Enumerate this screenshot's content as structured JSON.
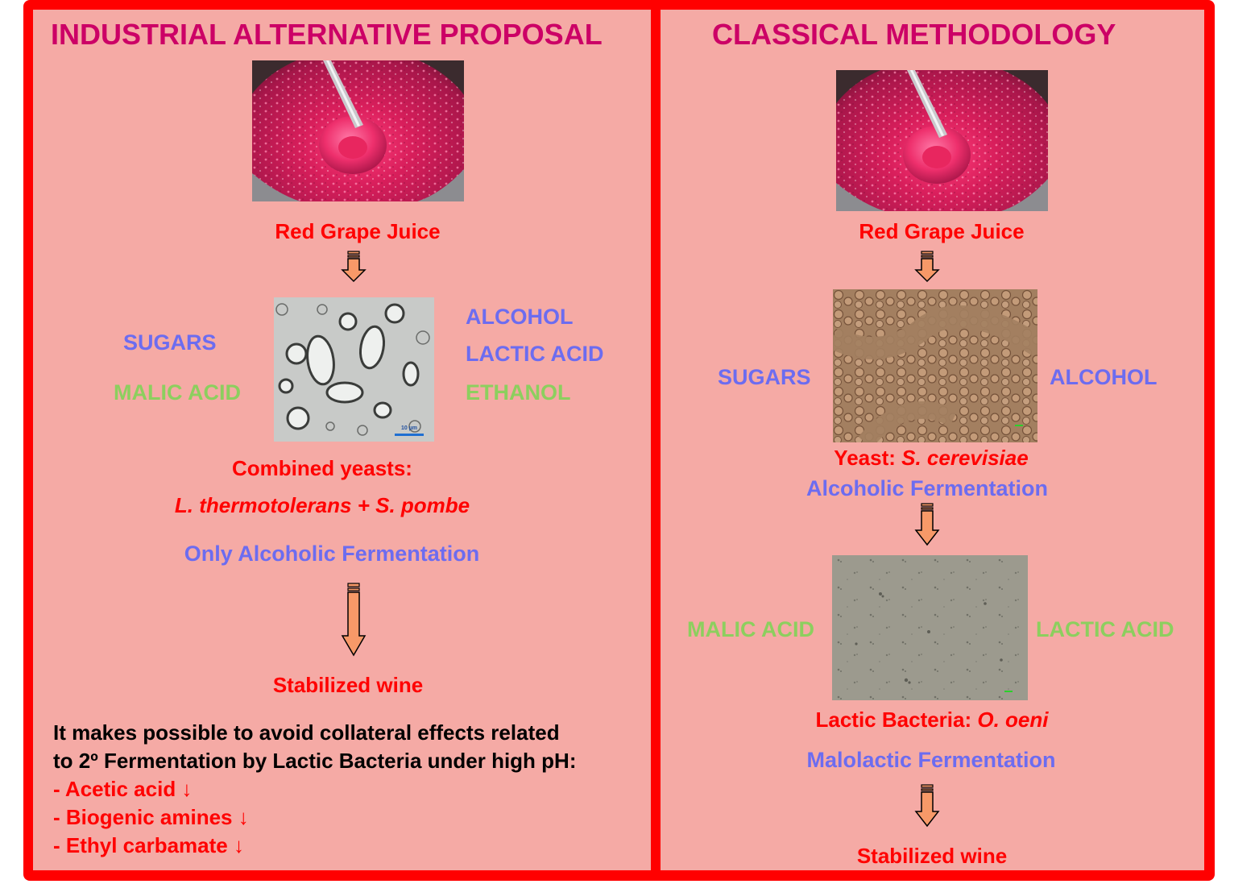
{
  "left": {
    "title": "INDUSTRIAL ALTERNATIVE PROPOSAL",
    "juice_label": "Red Grape Juice",
    "substrate_1": "SUGARS",
    "substrate_2": "MALIC ACID",
    "product_1": "ALCOHOL",
    "product_2": "LACTIC ACID",
    "product_3": "ETHANOL",
    "scale_bar_label": "10 µm",
    "yeast_heading": "Combined yeasts:",
    "yeast_species": "L. thermotolerans + S. pombe",
    "fermentation": "Only Alcoholic Fermentation",
    "result": "Stabilized wine",
    "note_line_1": "It makes possible to avoid collateral effects related",
    "note_line_2": "to 2º Fermentation by Lactic Bacteria under high pH:",
    "effects": [
      "- Acetic acid ↓",
      "- Biogenic amines ↓",
      "- Ethyl carbamate ↓"
    ]
  },
  "right": {
    "title": "CLASSICAL METHODOLOGY",
    "juice_label": "Red Grape Juice",
    "stage1_input": "SUGARS",
    "stage1_output": "ALCOHOL",
    "yeast_prefix": "Yeast: ",
    "yeast_species": "S. cerevisiae",
    "stage1_process": "Alcoholic Fermentation",
    "stage2_input": "MALIC ACID",
    "stage2_output": "LACTIC ACID",
    "bacteria_prefix": "Lactic Bacteria: ",
    "bacteria_species": "O. oeni",
    "stage2_process": "Malolactic Fermentation",
    "result": "Stabilized wine"
  },
  "colors": {
    "frame": "#ff0000",
    "panel": "#f5aaa5",
    "title": "#cc0066",
    "red_text": "#ff0000",
    "blue_text": "#6c6cf0",
    "green_text": "#8ccf5e",
    "arrow_fill": "#f79968",
    "arrow_stroke": "#000000"
  }
}
